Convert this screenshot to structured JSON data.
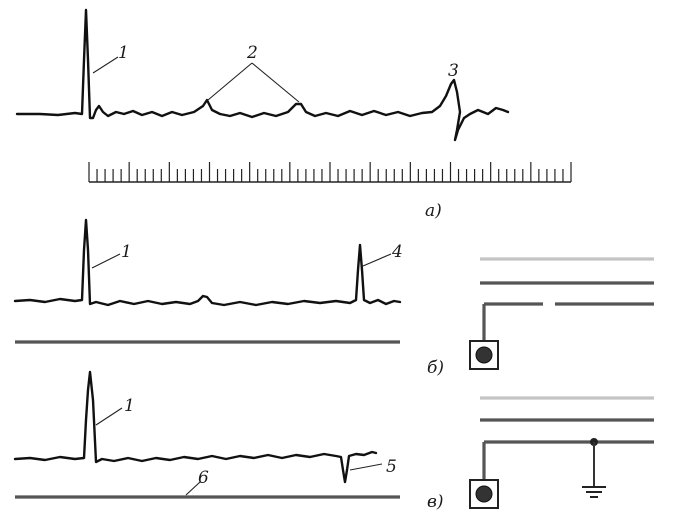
{
  "labels": {
    "pulse_sent": "1",
    "reflections": "2",
    "fault_echo": "3",
    "open_echo": "4",
    "short_echo": "5",
    "line": "6"
  },
  "panels": {
    "a": "а)",
    "b": "б)",
    "v": "в)"
  }
}
